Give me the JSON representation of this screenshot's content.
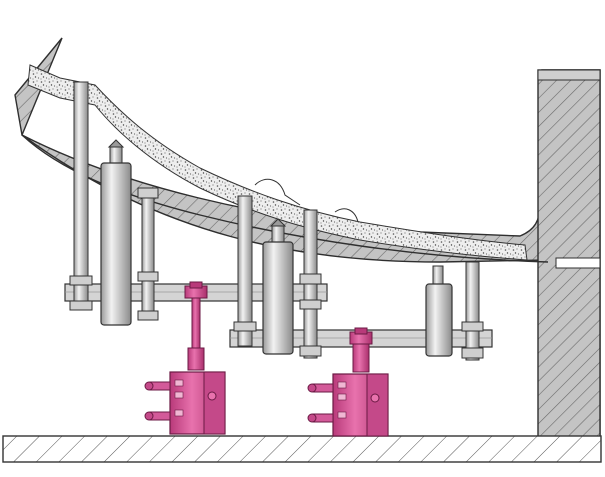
{
  "diagram": {
    "description_free": true,
    "components": {
      "housing": "casting-housing",
      "lining": "refractory-lining",
      "support_rods": "support-rod",
      "jacks": "hydraulic-jack",
      "cylinders": "hydraulic-cylinder",
      "beams": "cross-beam",
      "valve_blocks": "hydraulic-valve-block",
      "foundation": "foundation-slab"
    },
    "colors": {
      "steel": "#d9d9d9",
      "steel_dark": "#8c8c8c",
      "outline": "#3a3a3a",
      "lining": "#e6e6e6",
      "casting": "#bdbdbd",
      "hydraulic": "#e0559a",
      "hydraulic_dark": "#9b2a63",
      "hatch": "#555555"
    }
  }
}
